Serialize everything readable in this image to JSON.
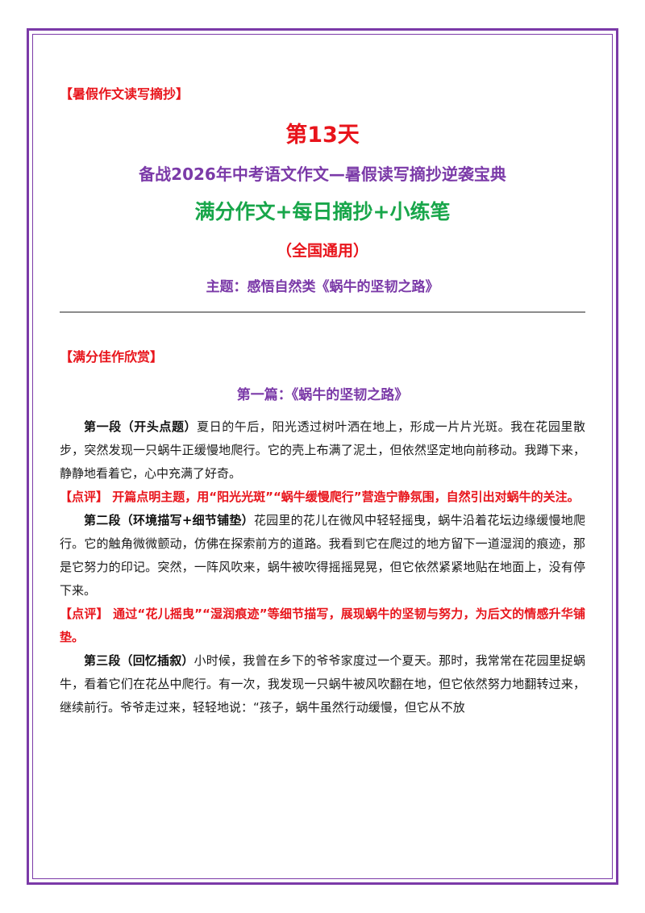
{
  "header": {
    "top_tag": "【暑假作文读写摘抄】",
    "day_title": "第13天",
    "sub_title": "备战2026年中考语文作文—暑假读写摘抄逆袭宝典",
    "green_title": "满分作文+每日摘抄+小练笔",
    "scope": "（全国通用）",
    "theme": "主题：感悟自然类《蜗牛的坚韧之路》"
  },
  "section": {
    "tag": "【满分佳作欣赏】",
    "article_title": "第一篇：《蜗牛的坚韧之路》"
  },
  "paragraphs": [
    {
      "lead": "第一段（开头点题）",
      "text": "夏日的午后，阳光透过树叶洒在地上，形成一片片光斑。我在花园里散步，突然发现一只蜗牛正缓慢地爬行。它的壳上布满了泥土，但依然坚定地向前移动。我蹲下来，静静地看着它，心中充满了好奇。"
    },
    {
      "lead": "第二段（环境描写+细节铺垫）",
      "text": "花园里的花儿在微风中轻轻摇曳，蜗牛沿着花坛边缘缓慢地爬行。它的触角微微颤动，仿佛在探索前方的道路。我看到它在爬过的地方留下一道湿润的痕迹，那是它努力的印记。突然，一阵风吹来，蜗牛被吹得摇摇晃晃，但它依然紧紧地贴在地面上，没有停下来。"
    },
    {
      "lead": "第三段（回忆插叙）",
      "text": "小时候，我曾在乡下的爷爷家度过一个夏天。那时，我常常在花园里捉蜗牛，看着它们在花丛中爬行。有一次，我发现一只蜗牛被风吹翻在地，但它依然努力地翻转过来，继续前行。爷爷走过来，轻轻地说：“孩子，蜗牛虽然行动缓慢，但它从不放"
    }
  ],
  "comments": [
    "【点评】 开篇点明主题，用“阳光光斑”“蜗牛缓慢爬行”营造宁静氛围，自然引出对蜗牛的关注。",
    "【点评】 通过“花儿摇曳”“湿润痕迹”等细节描写，展现蜗牛的坚韧与努力，为后文的情感升华铺垫。"
  ],
  "colors": {
    "frame": "#7b3aa8",
    "red": "#e8141b",
    "purple": "#7b3aa8",
    "green": "#18a64a"
  }
}
